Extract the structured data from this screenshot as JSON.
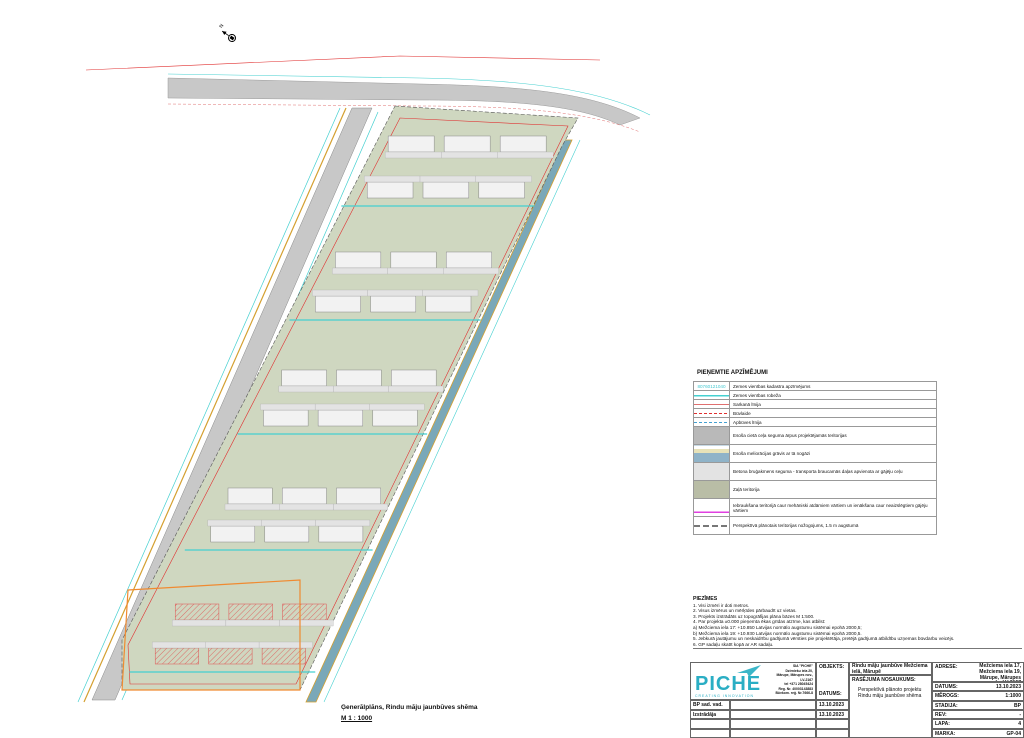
{
  "plan": {
    "title": "Ģenerālplāns, Rindu māju jaunbūves shēma",
    "scale": "M 1 : 1000",
    "north_label": "N",
    "colors": {
      "green_area": "#cfd7c0",
      "road": "#c8c8c8",
      "paving": "#e3e3e3",
      "red_line": "#e03030",
      "cyan_line": "#45d0d0",
      "orange_outline": "#f08a30"
    }
  },
  "legend": {
    "title": "PIEŅEMTIE APZĪMĒJUMI",
    "items": [
      {
        "symbol_text": "80760121040",
        "label": "Zemes vienības kadastra apzīmējums"
      },
      {
        "label": "Zemes vienības robeža"
      },
      {
        "label": "Sarkanā līnija"
      },
      {
        "label": "Būvlaide"
      },
      {
        "label": "Apbūves līnija"
      },
      {
        "label": "Esoša cietā ceļa seguma ārpus projektējamās teritorijas"
      },
      {
        "label": "Esoša meliorācijas grāvis ar tā nogāzi"
      },
      {
        "label": "Betona bruģakmens seguma - transporta braucamās daļas apvienota ar gājēju ceļu"
      },
      {
        "label": "Zaļā teritorija"
      },
      {
        "label": "Iebraukšana teritorijā caur mehāniski atdāmiem vārtiem un ienākšana caur neaizslēgtiem gājēju vārtiem"
      },
      {
        "label": "Perspektīvā plānotais teritorijas nožogojums, 1.5 m augstumā"
      }
    ]
  },
  "notes": {
    "title": "PIEZĪMES",
    "lines": [
      "1. Visi izmēri ir doti metros.",
      "2. Visus izmērus un mērķīdes pārbaudīt uz vietas.",
      "3. Projekts izstrādāts uz topogrāfijas plāna bāzes M 1:500.",
      "4. Par projekta ±0.000 pieņemta ēkas grīdas atzīme, kas atbilst:",
      "a)     Mežciema iela 17: +10.850  Latvijas normālo augstumu sistēmai epohā 2000,5;",
      "b)     Mežciema iela 19: +10.930  Latvijas normālo augstumu sistēmai epohā 2000,5.",
      "5. Jebkurā jautājumu un neskaidrību gadījumā vērsties pie projektētāja, pretējā gadījumā atbildību uzņemas būvdarbu veicējs.",
      "6. GP sadaļu skatīt kopā ar AR sadaļu."
    ]
  },
  "title_block": {
    "logo": {
      "name": "PICHE",
      "tagline": "CREATING INNOVATION"
    },
    "company": [
      "SIA \"PICHE\"",
      "Dzirnieku iela 20,",
      "Mārupe, Mārupes nov.,",
      "LV-2167",
      "tel +371 28045424",
      "Reg. Nr. 40003143883",
      "Būvkom. reģ. Nr.7666-8"
    ],
    "objekts_label": "OBJEKTS:",
    "objekts_value": "Rindu māju jaunbūve Mežciema ielā, Mārupē",
    "adrese_label": "ADRESE:",
    "adrese_value": "Mežciema iela 17, Mežciema iela 19, Mārupe, Mārupes novads, LV-2167",
    "datums_label": "DATUMS:",
    "rasejuma_label": "RASĒJUMA NOSAUKUMS:",
    "rasejuma_value": "Perspektīvā plānoto projektu Rindu māju jaunbūve shēma",
    "signers": [
      {
        "role": "BP sad. vad.",
        "date": "13.10.2023"
      },
      {
        "role": "Izstrādāja",
        "date": "13.10.2023"
      }
    ],
    "info": [
      {
        "label": "DATUMS:",
        "value": "13.10.2023"
      },
      {
        "label": "MĒROGS:",
        "value": "1:1000"
      },
      {
        "label": "STADIJA:",
        "value": "BP"
      },
      {
        "label": "REV:",
        "value": "-"
      },
      {
        "label": "LAPA:",
        "value": "4"
      },
      {
        "label": "MARKA:",
        "value": "GP-04"
      }
    ]
  }
}
